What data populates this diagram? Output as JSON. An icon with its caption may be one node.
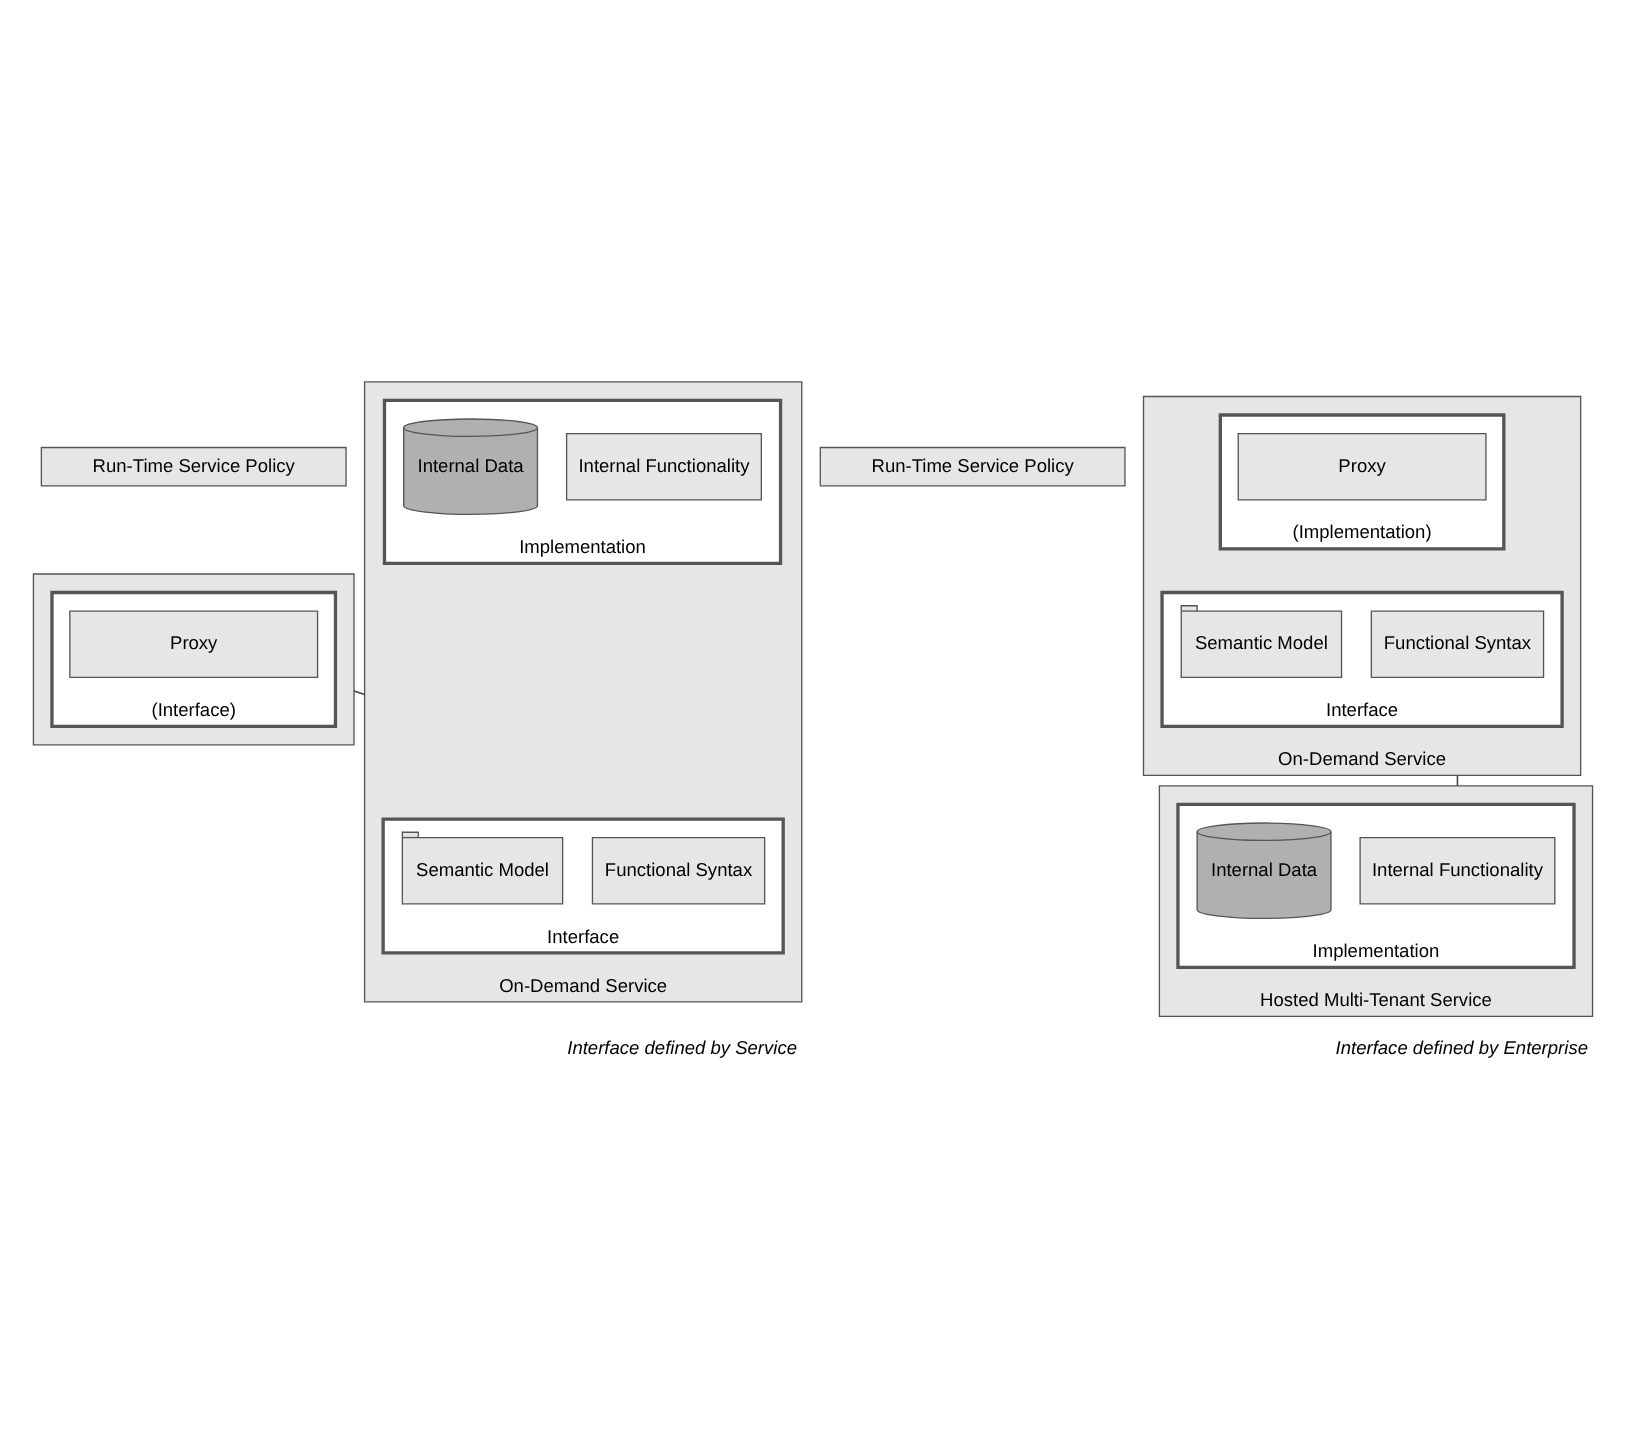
{
  "diagram": {
    "nodes": [
      {
        "text": [
          "Run-Time Service Policy"
        ]
      },
      {
        "text": [],
        "shape": "box"
      },
      {
        "text": [
          "(Interface)"
        ],
        "in": 1
      },
      {
        "text": [
          "Proxy"
        ],
        "in": 2
      },
      {
        "text": [
          "On-Demand Service"
        ]
      },
      {
        "text": [
          "Interface"
        ],
        "in": 4
      },
      {
        "text": [
          "Functional Syntax"
        ],
        "in": 5
      },
      {
        "text": [
          "Semantic Model"
        ],
        "in": 5
      },
      {
        "text": [
          "Implementation"
        ],
        "in": 4
      },
      {
        "text": [
          "Internal Functionality"
        ],
        "in": 8
      },
      {
        "text": [
          "Internal Data"
        ],
        "in": 8
      },
      {
        "text": [
          "Run-Time Service Policy"
        ]
      },
      {
        "text": [
          "On-Demand Service"
        ]
      },
      {
        "text": [
          "Interface"
        ],
        "in": 12
      },
      {
        "text": [
          "Functional Syntax"
        ],
        "in": 13
      },
      {
        "text": [
          "Semantic Model"
        ],
        "in": 13
      },
      {
        "text": [
          "(Implementation)"
        ],
        "in": 12
      },
      {
        "text": [
          "Proxy"
        ],
        "in": 16
      },
      {
        "text": [
          "Hosted Multi-Tenant Service"
        ]
      },
      {
        "text": [
          "Implementation"
        ],
        "in": 18
      },
      {
        "text": [
          "Internal Functionality"
        ],
        "in": 19
      },
      {
        "text": [
          "Internal Data"
        ],
        "in": 19
      }
    ],
    "edges": [
      {
        "from": 1,
        "to": 4,
        "arrow": "none"
      },
      {
        "from": 12,
        "to": 18,
        "arrow": "none"
      }
    ],
    "labels": [
      "Interface defined by Service",
      "Interface defined by Enterprise"
    ]
  }
}
